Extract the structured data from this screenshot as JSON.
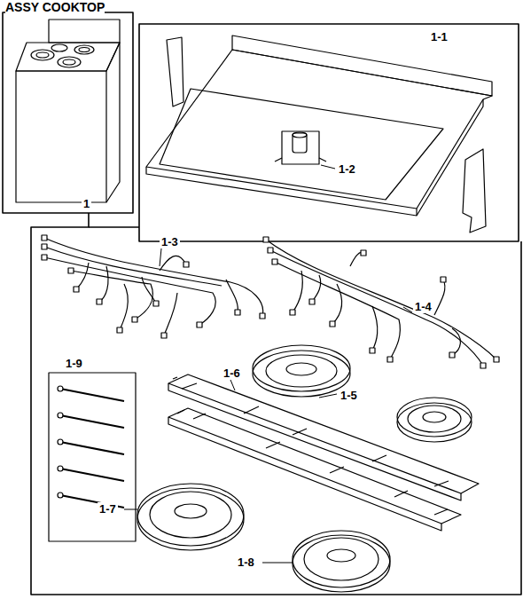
{
  "diagram": {
    "title": "ASSY COOKTOP",
    "labels": [
      "1-1",
      "1-2",
      "1",
      "1-3",
      "1-4",
      "1-9",
      "1-6",
      "1-5",
      "1-7",
      "1-8"
    ]
  }
}
